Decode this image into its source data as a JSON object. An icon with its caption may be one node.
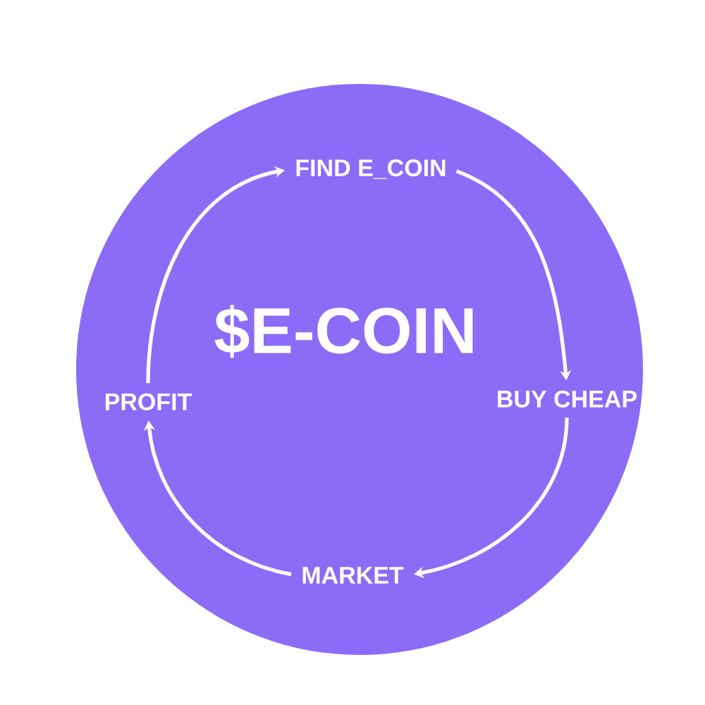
{
  "diagram": {
    "nodes": [
      {
        "text": [
          "$E-COIN"
        ]
      },
      {
        "text": [
          "FIND E_COIN"
        ],
        "in": 0
      },
      {
        "text": [
          "BUY CHEAP"
        ],
        "in": 0
      },
      {
        "text": [
          "MARKET"
        ],
        "in": 0
      },
      {
        "text": [
          "PROFIT"
        ],
        "in": 0
      }
    ],
    "edges": [
      {
        "from": 1,
        "to": 2,
        "arrow": "to"
      },
      {
        "from": 2,
        "to": 3,
        "arrow": "to"
      },
      {
        "from": 3,
        "to": 4,
        "arrow": "to"
      },
      {
        "from": 4,
        "to": 1,
        "arrow": "to"
      }
    ]
  }
}
